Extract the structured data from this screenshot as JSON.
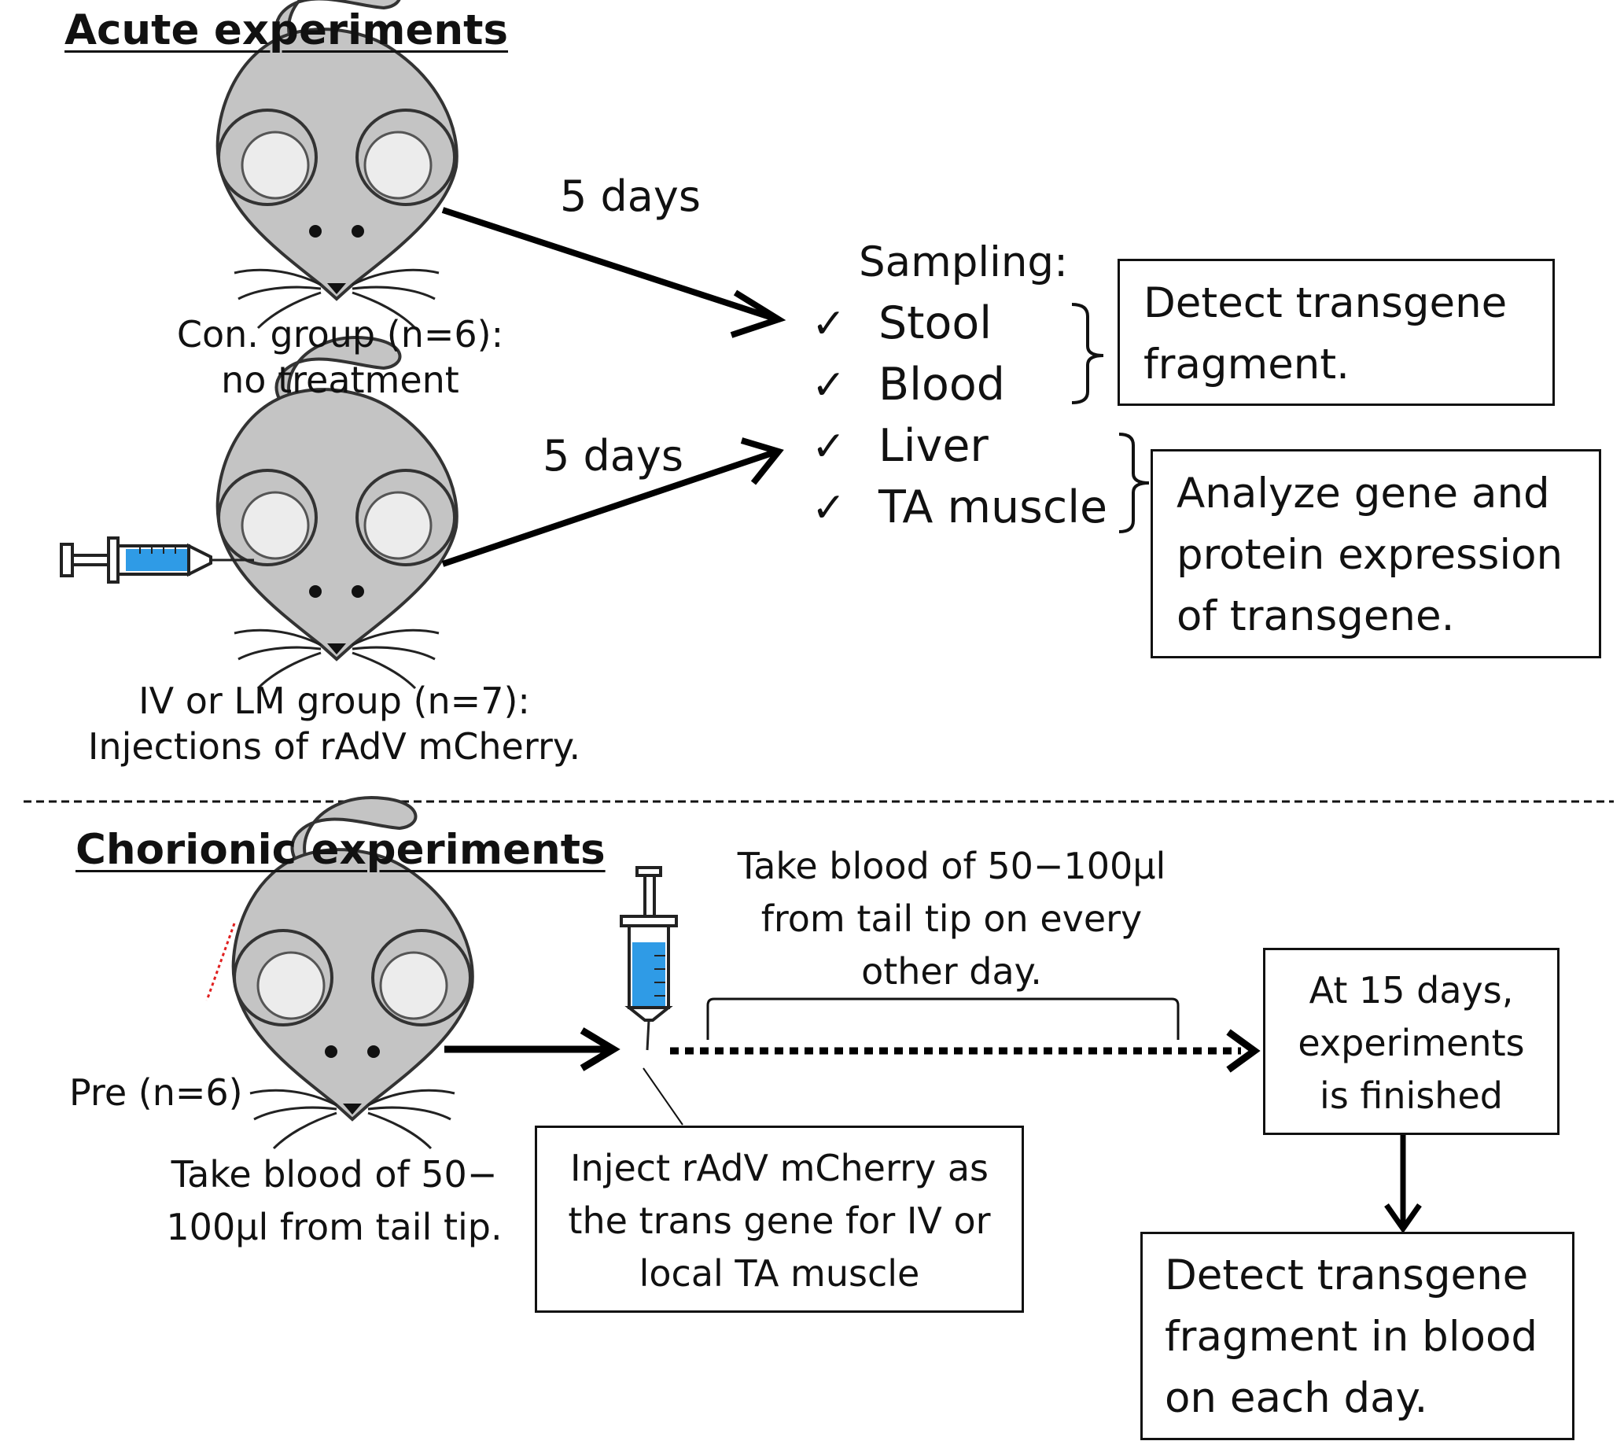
{
  "acute": {
    "heading": "Acute experiments",
    "arrow_top_label": "5 days",
    "arrow_bottom_label": "5 days",
    "control_label": [
      "Con. group (n=6):",
      "no treatment"
    ],
    "treated_label": [
      "IV or LM group (n=7):",
      "Injections of rAdV mCherry."
    ],
    "sampling_title": "Sampling:",
    "check_mark": "✓",
    "sampling_items": [
      "Stool",
      "Blood",
      "Liver",
      "TA muscle"
    ],
    "box_detect": [
      "Detect transgene",
      "fragment."
    ],
    "box_analyze": [
      "Analyze gene and",
      "protein expression",
      "of transgene."
    ]
  },
  "chronic": {
    "heading": "Chorionic experiments",
    "pre_label": "Pre (n=6)",
    "pre_note": [
      "Take blood of 50−",
      "100μl from tail tip."
    ],
    "interval_note": [
      "Take blood of 50−100μl",
      "from tail tip on every",
      "other day."
    ],
    "inject_box": [
      "Inject rAdV mCherry as",
      "the trans gene for IV or",
      "local TA muscle"
    ],
    "finish_box": [
      "At 15 days,",
      "experiments",
      "is finished"
    ],
    "final_box": [
      "Detect transgene",
      "fragment in blood",
      "on each day."
    ]
  },
  "colors": {
    "mouse_body": "#c4c4c4",
    "mouse_ear": "#e8e8e8",
    "syringe_fluid": "#2f9be6",
    "cut_line": "#e02020"
  },
  "icons": [
    "mouse-icon",
    "syringe-icon",
    "check-icon",
    "bracket-icon"
  ]
}
